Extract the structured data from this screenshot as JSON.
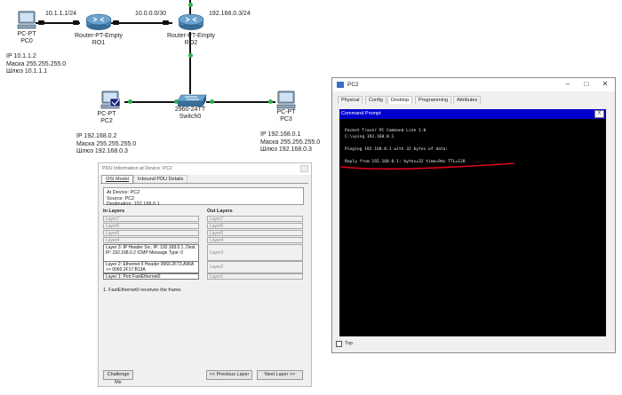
{
  "topology": {
    "pc0": {
      "type": "PC-PT",
      "name": "PC0",
      "ip": "IP 10.1.1.2",
      "mask": "Маска 255.255.255.0",
      "gw": "Шлюз 10.1.1.1"
    },
    "ro1": {
      "type": "Router-PT-Empty",
      "name": "RO1"
    },
    "ro2": {
      "type": "Router-PT-Empty",
      "name": "RO2"
    },
    "switch0": {
      "type": "2960-24TT",
      "name": "Switch0"
    },
    "pc2": {
      "type": "PC-PT",
      "name": "PC2",
      "ip": "IP 192.168.0.2",
      "mask": "Маска 255.255.255.0",
      "gw": "Шлюз 192.168.0.3"
    },
    "pc3": {
      "type": "PC-PT",
      "name": "PC3",
      "ip": "IP 192.168.0.1",
      "mask": "Маска 255.255.255.0",
      "gw": "Шлюз 192.168.0.3"
    },
    "net_a": "10.1.1.1/24",
    "net_b": "10.0.0.0/30",
    "net_c": "192.168.0.3/24"
  },
  "pdu": {
    "title": "PDU Information at Device: PC2",
    "tabs": [
      "OSI Model",
      "Inbound PDU Details"
    ],
    "info": [
      "At Device: PC2",
      "Source: PC2",
      "Destination: 192.168.0.1"
    ],
    "in_head": "In Layers",
    "out_head": "Out Layers",
    "in_layers": [
      "Layer7",
      "Layer6",
      "Layer5",
      "Layer4",
      "Layer 3: IP Header Src. IP: 192.168.0.1, Dest. IP: 192.168.0.2 ICMP Message Type: 0",
      "Layer 2: Ethernet II Header 0060.2F73.A96A >> 0060.2F17.B13A",
      "Layer 1: Port FastEthernet0"
    ],
    "out_layers": [
      "Layer7",
      "Layer6",
      "Layer5",
      "Layer4",
      "Layer3",
      "Layer2",
      "Layer1"
    ],
    "note": "1. FastEthernet0 receives the frame.",
    "challenge": "Challenge Me",
    "prev": "<< Previous Layer",
    "next": "Next Layer >>"
  },
  "pc2win": {
    "title": "PC2",
    "controls": [
      "–",
      "□",
      "✕"
    ],
    "tabs": [
      "Physical",
      "Config",
      "Desktop",
      "Programming",
      "Attributes"
    ],
    "selected_tab": "Desktop",
    "cmd_title": "Command Prompt",
    "cmd_close": "X",
    "terminal": [
      "Packet Tracer PC Command Line 1.0",
      "C:\\>ping 192.168.0.1",
      "",
      "Pinging 192.168.0.1 with 32 bytes of data:",
      "",
      "Reply from 192.168.0.1: bytes=32 time=9ms TTL=128"
    ],
    "top_label": "Top",
    "annotation_color": "#e0001a"
  }
}
